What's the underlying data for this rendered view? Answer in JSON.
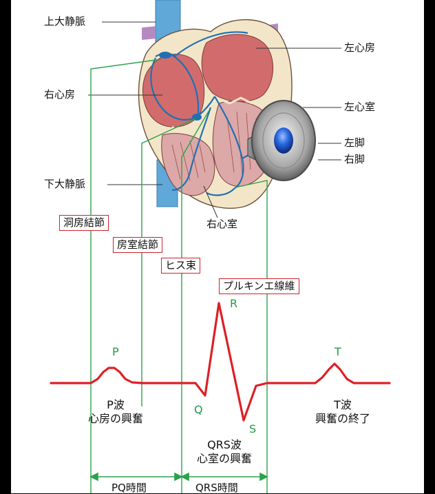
{
  "anatomy": {
    "superior_vena_cava": "上大静脈",
    "right_atrium": "右心房",
    "inferior_vena_cava": "下大静脈",
    "right_ventricle": "右心室",
    "left_atrium": "左心房",
    "left_ventricle": "左心室",
    "left_bundle": "左脚",
    "right_bundle": "右脚"
  },
  "conduction": {
    "sa_node": "洞房結節",
    "av_node": "房室結節",
    "his_bundle": "ヒス束",
    "purkinje": "プルキンエ線維"
  },
  "waves": {
    "p": "P",
    "q": "Q",
    "r": "R",
    "s": "S",
    "t": "T"
  },
  "captions": {
    "p_line1": "P波",
    "p_line2": "心房の興奮",
    "t_line1": "T波",
    "t_line2": "興奮の終了",
    "qrs_line1": "QRS波",
    "qrs_line2": "心室の興奮"
  },
  "intervals": {
    "pq": "PQ時間",
    "qrs": "QRS時間"
  },
  "colors": {
    "ecg": "#dd1f26",
    "guide": "#2aa24b",
    "box_border": "#d0202a",
    "vessel": "#5fa8d8",
    "conduction_path": "#1f6fb5",
    "speaker_dome": "#1f5ed8"
  },
  "icons": {
    "speaker": "speaker-icon"
  }
}
